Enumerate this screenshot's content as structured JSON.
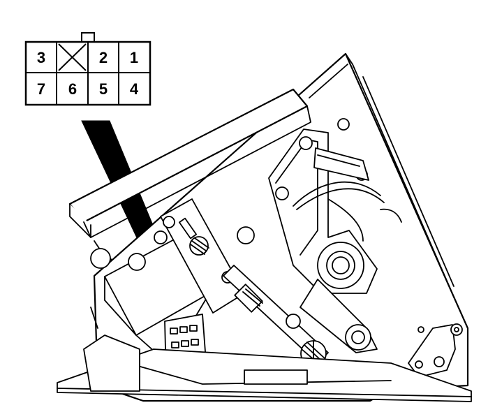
{
  "connector": {
    "top_row": [
      "3",
      "",
      "2",
      "1"
    ],
    "bottom_row": [
      "7",
      "6",
      "5",
      "4"
    ],
    "empty_cavity": "top_row.1"
  }
}
